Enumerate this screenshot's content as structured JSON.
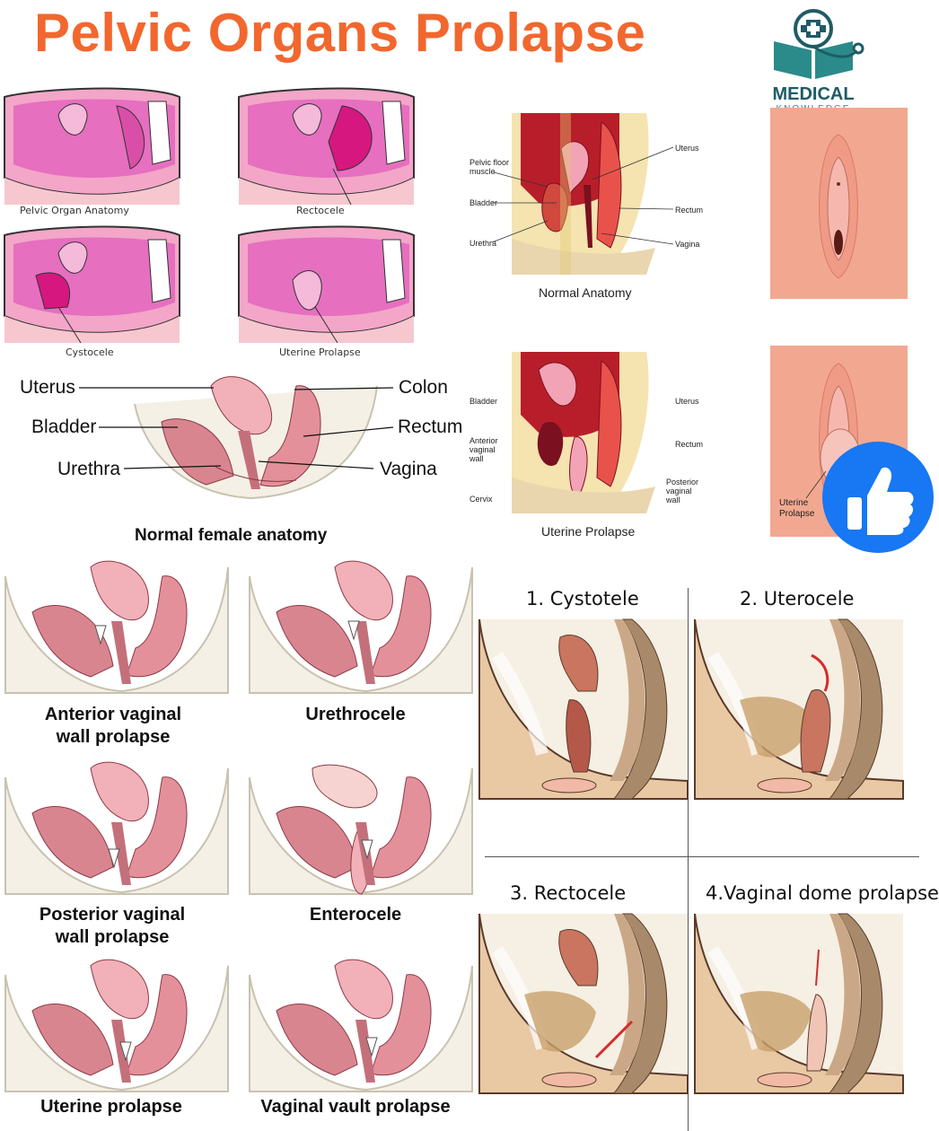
{
  "title": "Pelvic Organs Prolapse",
  "logo": {
    "line1": "MEDICAL",
    "line2": "KNOWLEDGE"
  },
  "top_left_panels": [
    {
      "caption": "Pelvic Organ Anatomy"
    },
    {
      "caption": "Rectocele"
    },
    {
      "caption": "Cystocele"
    },
    {
      "caption": "Uterine Prolapse"
    }
  ],
  "normal_female": {
    "labels": {
      "uterus": "Uterus",
      "bladder": "Bladder",
      "urethra": "Urethra",
      "colon": "Colon",
      "rectum": "Rectum",
      "vagina": "Vagina"
    },
    "caption": "Normal female anatomy"
  },
  "normal_anatomy_diagram": {
    "labels": {
      "pelvic_floor": "Pelvic floor muscle",
      "bladder": "Bladder",
      "urethra": "Urethra",
      "uterus": "Uterus",
      "rectum": "Rectum",
      "vagina": "Vagina"
    },
    "caption": "Normal Anatomy"
  },
  "uterine_prolapse_diagram": {
    "labels": {
      "bladder": "Bladder",
      "anterior_wall": "Anterior vaginal wall",
      "cervix": "Cervix",
      "uterus": "Uterus",
      "rectum": "Rectum",
      "posterior_wall": "Posterior vaginal wall"
    },
    "caption": "Uterine Prolapse"
  },
  "external_view": {
    "label": "Uterine Prolapse"
  },
  "prolapse_types": [
    "Anterior vaginal wall prolapse",
    "Urethrocele",
    "Posterior vaginal wall prolapse",
    "Enterocele",
    "Uterine prolapse",
    "Vaginal vault prolapse"
  ],
  "numbered_types": [
    "1. Cystotele",
    "2. Uterocele",
    "3. Rectocele",
    "4.Vaginal dome prolapse"
  ],
  "colors": {
    "title": "#f2672e",
    "logo_teal": "#1f6e70",
    "like": "#1877f2"
  }
}
